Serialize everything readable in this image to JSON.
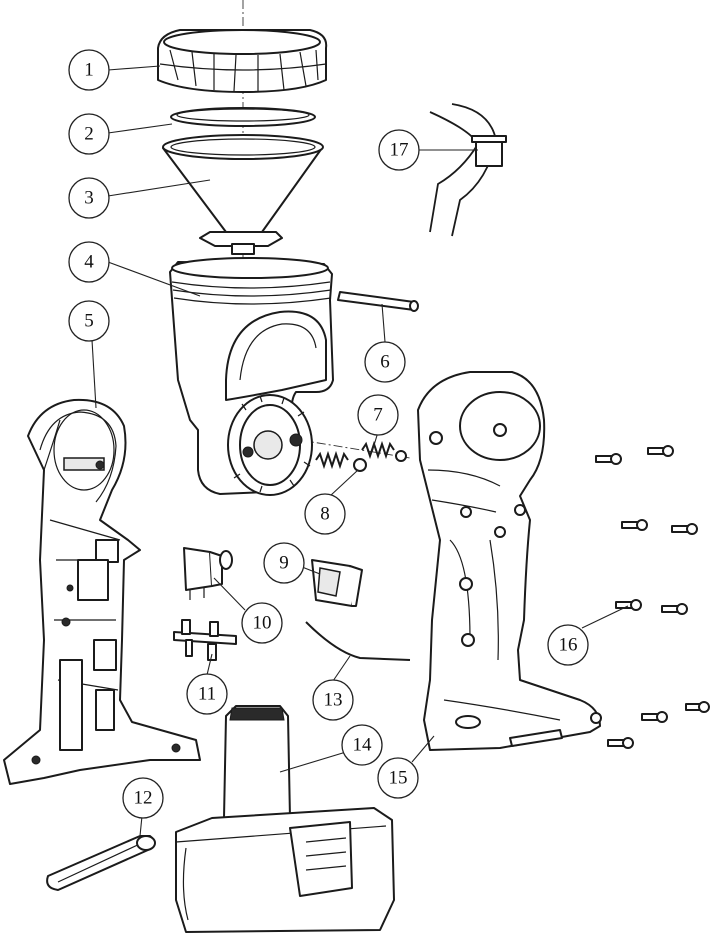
{
  "callouts": [
    {
      "label": "1"
    },
    {
      "label": "2"
    },
    {
      "label": "3"
    },
    {
      "label": "4"
    },
    {
      "label": "5"
    },
    {
      "label": "6"
    },
    {
      "label": "7"
    },
    {
      "label": "8"
    },
    {
      "label": "9"
    },
    {
      "label": "10"
    },
    {
      "label": "11"
    },
    {
      "label": "12"
    },
    {
      "label": "13"
    },
    {
      "label": "14"
    },
    {
      "label": "15"
    },
    {
      "label": "16"
    },
    {
      "label": "17"
    }
  ]
}
